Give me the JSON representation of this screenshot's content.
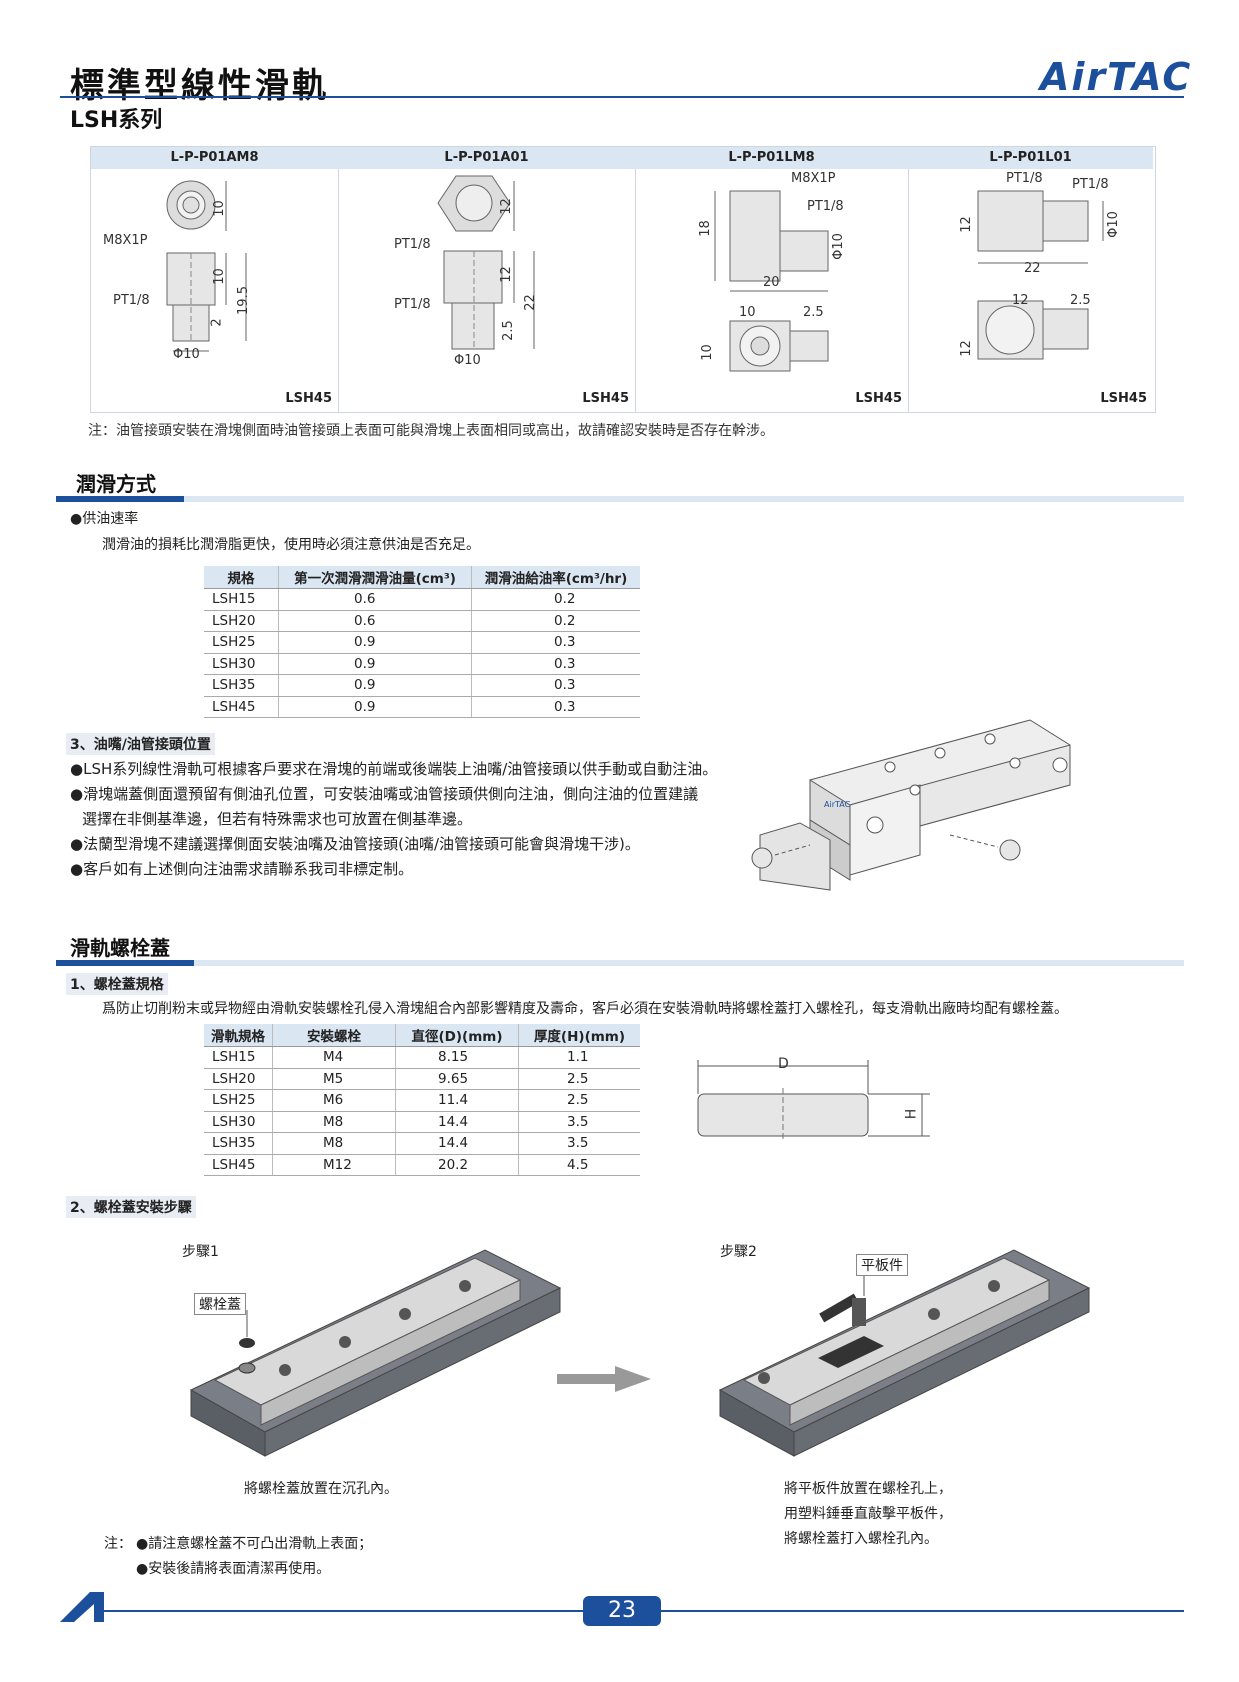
{
  "header": {
    "title": "標準型線性滑軌",
    "logo": "AirTAC",
    "series": "LSH系列"
  },
  "fittings": [
    {
      "code": "L-P-P01AM8",
      "model": "LSH45",
      "labels": [
        "M8X1P",
        "PT1/8",
        "10",
        "10",
        "19.5",
        "2",
        "Φ10"
      ]
    },
    {
      "code": "L-P-P01A01",
      "model": "LSH45",
      "labels": [
        "PT1/8",
        "PT1/8",
        "12",
        "12",
        "22",
        "2.5",
        "Φ10"
      ]
    },
    {
      "code": "L-P-P01LM8",
      "model": "LSH45",
      "labels": [
        "M8X1P",
        "PT1/8",
        "18",
        "Φ10",
        "20",
        "10",
        "2.5",
        "10"
      ]
    },
    {
      "code": "L-P-P01L01",
      "model": "LSH45",
      "labels": [
        "PT1/8",
        "PT1/8",
        "12",
        "Φ10",
        "22",
        "12",
        "2.5",
        "12"
      ]
    }
  ],
  "fit_note": "注：油管接頭安裝在滑塊側面時油管接頭上表面可能與滑塊上表面相同或高出，故請確認安裝時是否存在幹涉。",
  "lube": {
    "title": "潤滑方式",
    "bullet": "●供油速率",
    "desc": "潤滑油的損耗比潤滑脂更快，使用時必須注意供油是否充足。",
    "headers": [
      "規格",
      "第一次潤滑潤滑油量(cm³)",
      "潤滑油給油率(cm³/hr)"
    ],
    "rows": [
      [
        "LSH15",
        "0.6",
        "0.2"
      ],
      [
        "LSH20",
        "0.6",
        "0.2"
      ],
      [
        "LSH25",
        "0.9",
        "0.3"
      ],
      [
        "LSH30",
        "0.9",
        "0.3"
      ],
      [
        "LSH35",
        "0.9",
        "0.3"
      ],
      [
        "LSH45",
        "0.9",
        "0.3"
      ]
    ]
  },
  "nipple": {
    "title": "3、油嘴/油管接頭位置",
    "bullets": [
      "●LSH系列線性滑軌可根據客戶要求在滑塊的前端或後端裝上油嘴/油管接頭以供手動或自動注油。",
      "●滑塊端蓋側面還預留有側油孔位置，可安裝油嘴或油管接頭供側向注油，側向注油的位置建議",
      "選擇在非側基準邊，但若有特殊需求也可放置在側基準邊。",
      "●法蘭型滑塊不建議選擇側面安裝油嘴及油管接頭(油嘴/油管接頭可能會與滑塊干涉)。",
      "●客戶如有上述側向注油需求請聯系我司非標定制。"
    ],
    "block_label": "AirTAC"
  },
  "cap": {
    "title": "滑軌螺栓蓋",
    "sub1": "1、螺栓蓋規格",
    "desc": "爲防止切削粉末或异物經由滑軌安裝螺栓孔侵入滑塊組合內部影響精度及壽命，客戶必須在安裝滑軌時將螺栓蓋打入螺栓孔，每支滑軌出廠時均配有螺栓蓋。",
    "headers": [
      "滑軌規格",
      "安裝螺栓",
      "直徑(D)(mm)",
      "厚度(H)(mm)"
    ],
    "rows": [
      [
        "LSH15",
        "M4",
        "8.15",
        "1.1"
      ],
      [
        "LSH20",
        "M5",
        "9.65",
        "2.5"
      ],
      [
        "LSH25",
        "M6",
        "11.4",
        "2.5"
      ],
      [
        "LSH30",
        "M8",
        "14.4",
        "3.5"
      ],
      [
        "LSH35",
        "M8",
        "14.4",
        "3.5"
      ],
      [
        "LSH45",
        "M12",
        "20.2",
        "4.5"
      ]
    ],
    "dim_d": "D",
    "dim_h": "H",
    "sub2": "2、螺栓蓋安裝步驟",
    "step1": "步驟1",
    "step1_tag": "螺栓蓋",
    "step1_caption": "將螺栓蓋放置在沉孔內。",
    "step2": "步驟2",
    "step2_tag": "平板件",
    "step2_caption": [
      "將平板件放置在螺栓孔上，",
      "用塑料錘垂直敲擊平板件，",
      "將螺栓蓋打入螺栓孔內。"
    ],
    "note_label": "注：",
    "notes": [
      "●請注意螺栓蓋不可凸出滑軌上表面；",
      "●安裝後請將表面清潔再使用。"
    ]
  },
  "footer": {
    "page": "23"
  }
}
